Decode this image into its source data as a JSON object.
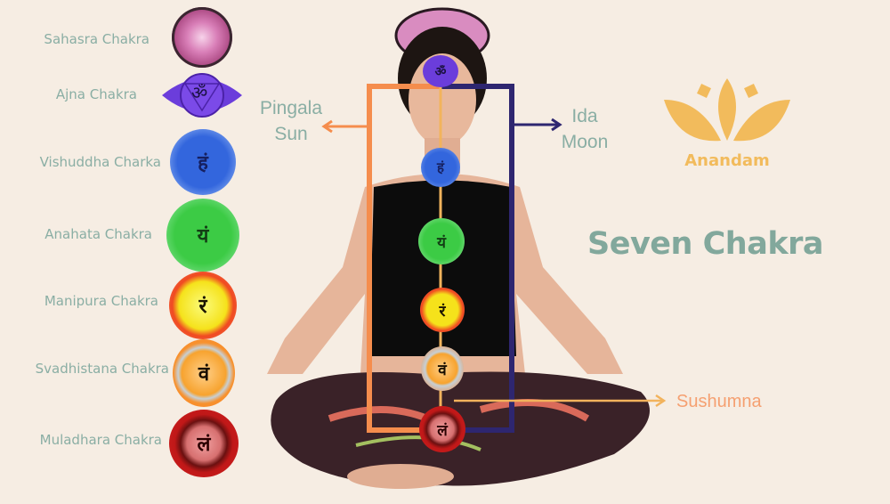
{
  "title": "Seven Chakra",
  "brand": {
    "name": "Anandam",
    "icon": "lotus-icon",
    "color": "#f2bb5c"
  },
  "colors": {
    "background": "#f6ede3",
    "label_text": "#8aaea4",
    "pingala": "#f58d4d",
    "ida": "#2e2670",
    "sushumna": "#f2b35c",
    "title": "#82a89c"
  },
  "chakras": [
    {
      "name": "Sahasra Chakra",
      "symbol": "",
      "color": "#c870a8",
      "icon": "sahasrara-icon"
    },
    {
      "name": "Ajna Chakra",
      "symbol": "ॐ",
      "color": "#6a35d8",
      "icon": "ajna-icon"
    },
    {
      "name": "Vishuddha Charka",
      "symbol": "हं",
      "color": "#3663d6",
      "icon": "vishuddha-icon"
    },
    {
      "name": "Anahata Chakra",
      "symbol": "यं",
      "color": "#3ec94a",
      "icon": "anahata-icon"
    },
    {
      "name": "Manipura Chakra",
      "symbol": "रं",
      "color": "#f5e21b",
      "icon": "manipura-icon"
    },
    {
      "name": "Svadhistana Chakra",
      "symbol": "वं",
      "color": "#f7a32f",
      "icon": "svadhisthana-icon"
    },
    {
      "name": "Muladhara Chakra",
      "symbol": "लं",
      "color": "#c01818",
      "icon": "muladhara-icon"
    }
  ],
  "channels": {
    "pingala": {
      "line1": "Pingala",
      "line2": "Sun"
    },
    "ida": {
      "line1": "Ida",
      "line2": "Moon"
    },
    "sushumna": {
      "label": "Sushumna"
    }
  }
}
